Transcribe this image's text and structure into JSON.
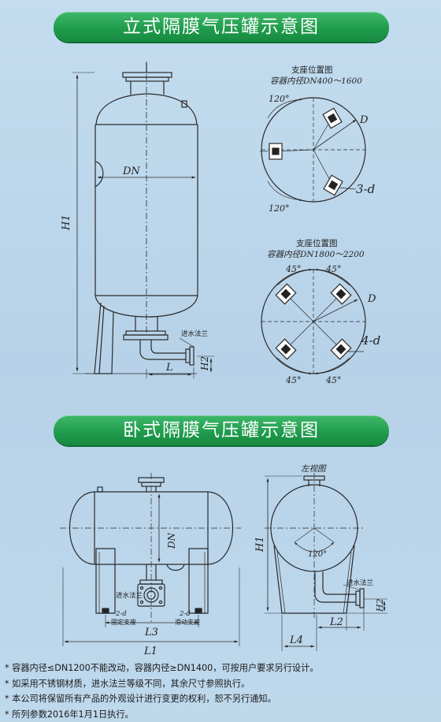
{
  "vertical_title": "立式隔膜气压罐示意图",
  "horizontal_title": "卧式隔膜气压罐示意图",
  "vertical_tank": {
    "dn_label": "DN",
    "h1_label": "H1",
    "h2_label": "H2",
    "l_label": "L",
    "inlet_label": "进水法兰"
  },
  "support_small": {
    "title": "支座位置图",
    "subtitle": "容器内径DN400～1600",
    "angle_top": "120°",
    "angle_bottom": "120°",
    "d_label": "D",
    "holes_label": "3-d"
  },
  "support_large": {
    "title": "支座位置图",
    "subtitle": "容器内径DN1800～2200",
    "angle_tl": "45°",
    "angle_tr": "45°",
    "angle_bl": "45°",
    "angle_br": "45°",
    "d_label": "D",
    "holes_label": "4-d"
  },
  "horizontal_tank": {
    "dn_label": "DN",
    "inlet_label": "进水法兰",
    "fixed_hole": "2-d",
    "fixed_support": "固定支座",
    "sliding_hole": "2-d",
    "sliding_support": "滑动支座",
    "l3_label": "L3",
    "l1_label": "L1"
  },
  "side_view": {
    "title": "左视图",
    "angle": "120°",
    "h1_label": "H1",
    "h2_label": "H2",
    "inlet_label": "进水法兰",
    "l2_label": "L2",
    "l4_label": "L4"
  },
  "notes": [
    "* 容器内径≤DN1200不能改动，容器内径≥DN1400，可按用户要求另行设计。",
    "* 如采用不锈钢材质，进水法兰等级不同，其余尺寸参照执行。",
    "* 本公司将保留所有产品的外观设计进行变更的权利，恕不另行通知。",
    "* 所列参数2016年1月1日执行。"
  ],
  "colors": {
    "banner": "#1e9a4b",
    "background": "#bcd6ea",
    "line": "#2a2a2a"
  }
}
